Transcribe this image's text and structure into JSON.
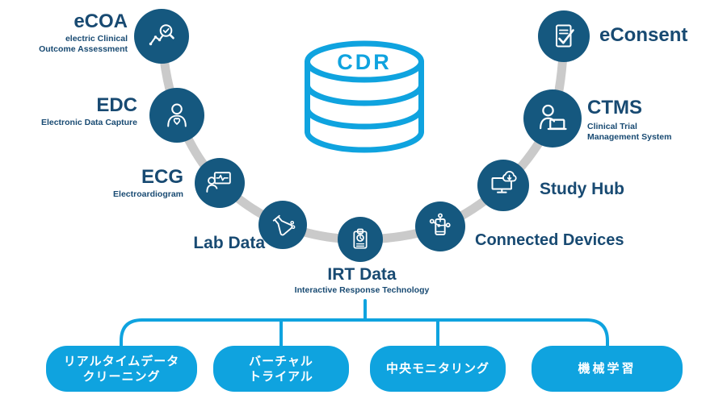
{
  "colors": {
    "node_circle": "#15587F",
    "accent_blue": "#0FA3DF",
    "label_navy": "#184A72",
    "connector_gray": "#CACACA",
    "icon_white": "#FFFFFF"
  },
  "cdr": {
    "label": "CDR",
    "icon": "database-cylinder-icon"
  },
  "nodes": [
    {
      "id": "ecoa",
      "title": "eCOA",
      "subtitle_lines": [
        "electric Clinical",
        "Outcome Assessment"
      ],
      "icon": "magnifier-chart-icon"
    },
    {
      "id": "edc",
      "title": "EDC",
      "subtitle_lines": [
        "Electronic Data Capture"
      ],
      "icon": "patient-heart-icon"
    },
    {
      "id": "ecg",
      "title": "ECG",
      "subtitle_lines": [
        "Electroardiogram"
      ],
      "icon": "patient-monitor-icon"
    },
    {
      "id": "lab",
      "title": "Lab Data",
      "subtitle_lines": [],
      "icon": "flask-drops-icon"
    },
    {
      "id": "irt",
      "title": "IRT Data",
      "subtitle_lines": [
        "Interactive Response Technology"
      ],
      "icon": "clipboard-chart-icon"
    },
    {
      "id": "connected",
      "title": "Connected Devices",
      "subtitle_lines": [],
      "icon": "smartphone-network-icon"
    },
    {
      "id": "studyhub",
      "title": "Study Hub",
      "subtitle_lines": [],
      "icon": "monitor-cloud-download-icon"
    },
    {
      "id": "ctms",
      "title": "CTMS",
      "subtitle_lines": [
        "Clinical Trial",
        "Management System"
      ],
      "icon": "person-laptop-icon"
    },
    {
      "id": "econsent",
      "title": "eConsent",
      "subtitle_lines": [],
      "icon": "document-check-icon"
    }
  ],
  "applications": [
    {
      "label_lines": [
        "リアルタイムデータ",
        "クリーニング"
      ]
    },
    {
      "label_lines": [
        "バーチャル",
        "トライアル"
      ]
    },
    {
      "label_lines": [
        "中央モニタリング"
      ]
    },
    {
      "label_lines": [
        "機械学習"
      ]
    }
  ]
}
